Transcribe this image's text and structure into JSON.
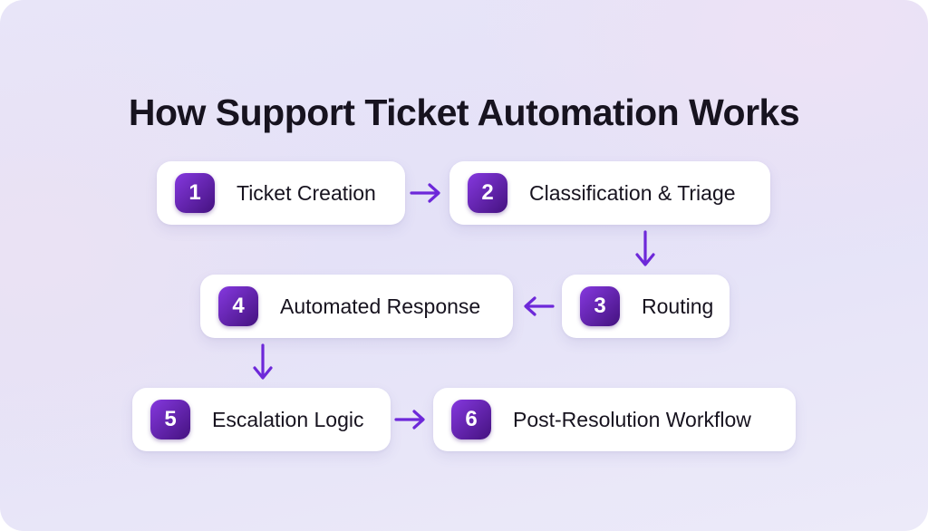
{
  "title": "How Support Ticket Automation Works",
  "colors": {
    "accent": "#6d28d9",
    "badge_gradient_start": "#8538df",
    "badge_gradient_end": "#44127f",
    "box_bg": "#ffffff",
    "background": "#e7e4f7",
    "text": "#17131f"
  },
  "steps": [
    {
      "number": "1",
      "label": "Ticket Creation"
    },
    {
      "number": "2",
      "label": "Classification & Triage"
    },
    {
      "number": "3",
      "label": "Routing"
    },
    {
      "number": "4",
      "label": "Automated Response"
    },
    {
      "number": "5",
      "label": "Escalation Logic"
    },
    {
      "number": "6",
      "label": "Post-Resolution Workflow"
    }
  ],
  "connections": [
    {
      "from": "1",
      "to": "2",
      "direction": "right"
    },
    {
      "from": "2",
      "to": "3",
      "direction": "down"
    },
    {
      "from": "3",
      "to": "4",
      "direction": "left"
    },
    {
      "from": "4",
      "to": "5",
      "direction": "down"
    },
    {
      "from": "5",
      "to": "6",
      "direction": "right"
    }
  ]
}
